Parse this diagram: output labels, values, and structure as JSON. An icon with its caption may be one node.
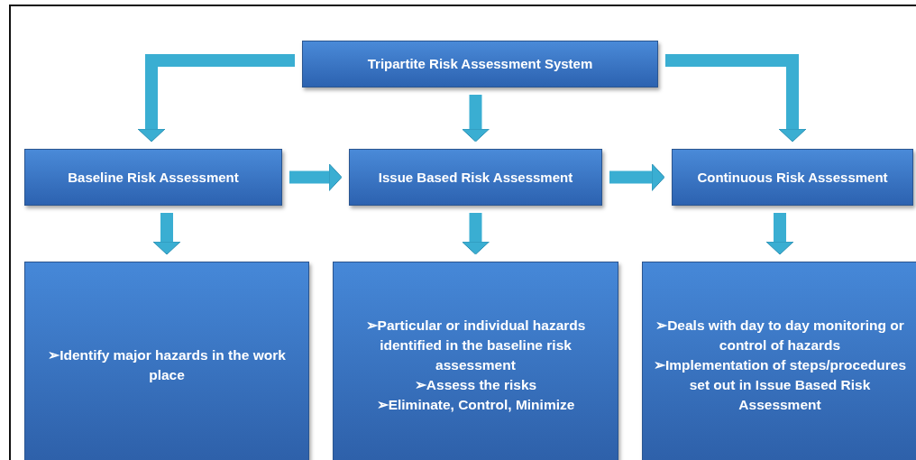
{
  "diagram": {
    "nodes": [
      {
        "text": [
          "Tripartite Risk Assessment  System"
        ]
      },
      {
        "text": [
          "Baseline Risk Assessment"
        ]
      },
      {
        "text": [
          "Issue Based Risk Assessment"
        ]
      },
      {
        "text": [
          "Continuous Risk Assessment"
        ]
      },
      {
        "text": [
          "➢Identify major hazards in the work place"
        ]
      },
      {
        "text": [
          "➢Particular or individual hazards identified in the baseline risk assessment",
          "➢Assess the risks",
          "➢Eliminate, Control, Minimize"
        ]
      },
      {
        "text": [
          "➢Deals with day to day monitoring or control of hazards",
          "➢Implementation of steps/procedures set out in Issue Based Risk Assessment"
        ]
      }
    ],
    "edges": [
      {
        "from": 0,
        "to": 1,
        "arrow": "to"
      },
      {
        "from": 0,
        "to": 2,
        "arrow": "to"
      },
      {
        "from": 0,
        "to": 3,
        "arrow": "to"
      },
      {
        "from": 1,
        "to": 2,
        "arrow": "to"
      },
      {
        "from": 2,
        "to": 3,
        "arrow": "to"
      },
      {
        "from": 1,
        "to": 4,
        "arrow": "to"
      },
      {
        "from": 2,
        "to": 5,
        "arrow": "to"
      },
      {
        "from": 3,
        "to": 6,
        "arrow": "to"
      }
    ]
  }
}
